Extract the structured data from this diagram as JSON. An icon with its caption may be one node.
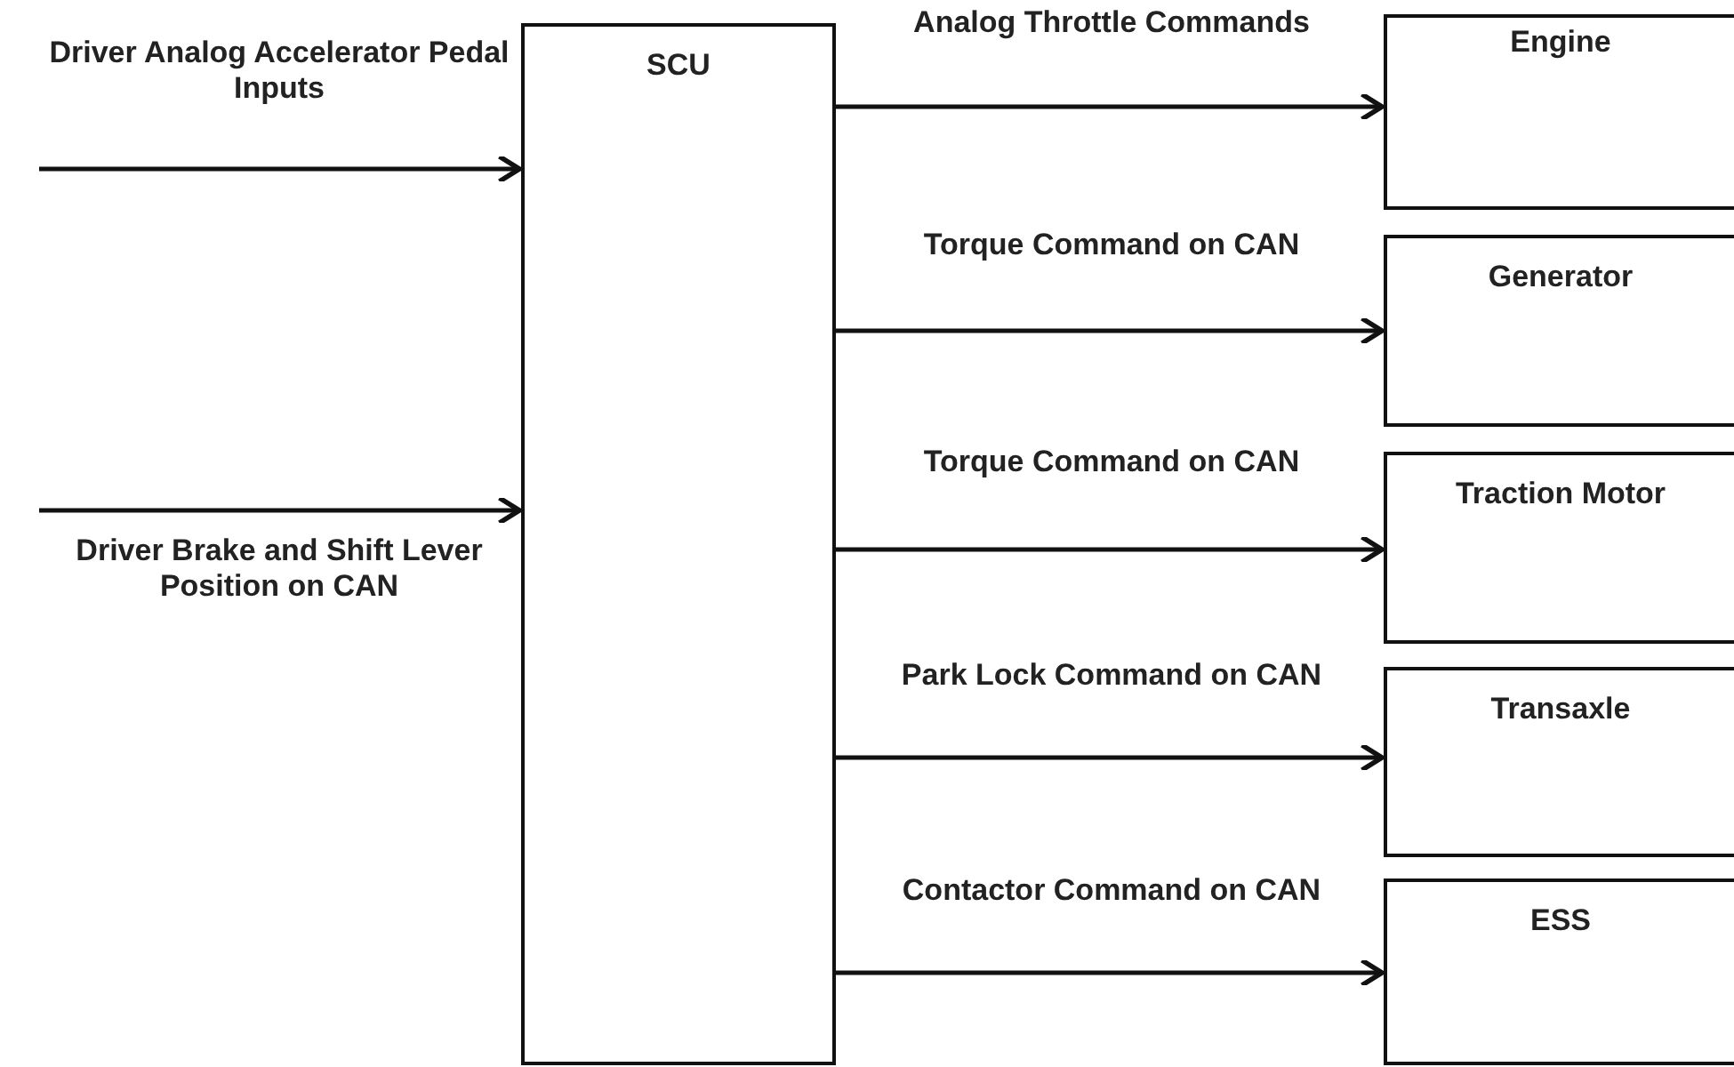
{
  "diagram": {
    "nodes": [
      {
        "text": [
          "SCU"
        ]
      },
      {
        "text": [
          "Engine"
        ]
      },
      {
        "text": [
          "Generator"
        ]
      },
      {
        "text": [
          "Traction Motor"
        ]
      },
      {
        "text": [
          "Transaxle"
        ]
      },
      {
        "text": [
          "ESS"
        ]
      }
    ],
    "edges": [
      {
        "from": null,
        "to": 0,
        "arrow": "to",
        "label": "Driver Analog Accelerator Pedal Inputs"
      },
      {
        "from": null,
        "to": 0,
        "arrow": "to",
        "label": "Driver Brake and Shift Lever Position on CAN"
      },
      {
        "from": 0,
        "to": 1,
        "arrow": "to",
        "label": "Analog Throttle Commands"
      },
      {
        "from": 0,
        "to": 2,
        "arrow": "to",
        "label": "Torque Command on CAN"
      },
      {
        "from": 0,
        "to": 3,
        "arrow": "to",
        "label": "Torque Command on CAN"
      },
      {
        "from": 0,
        "to": 4,
        "arrow": "to",
        "label": "Park Lock Command on CAN"
      },
      {
        "from": 0,
        "to": 5,
        "arrow": "to",
        "label": "Contactor Command on CAN"
      }
    ]
  }
}
